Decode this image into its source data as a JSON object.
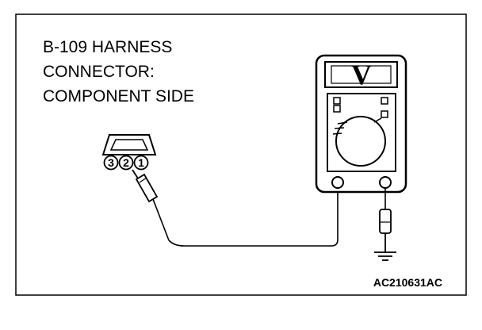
{
  "connector_label": {
    "lines": [
      "B-109 HARNESS",
      "CONNECTOR:",
      "COMPONENT SIDE"
    ]
  },
  "connector": {
    "pins": [
      "3",
      "2",
      "1"
    ]
  },
  "voltmeter": {
    "display": "V",
    "icon": "voltmeter-icon"
  },
  "ground": {
    "icon": "ground-symbol-icon"
  },
  "figure_code": "AC210631AC"
}
